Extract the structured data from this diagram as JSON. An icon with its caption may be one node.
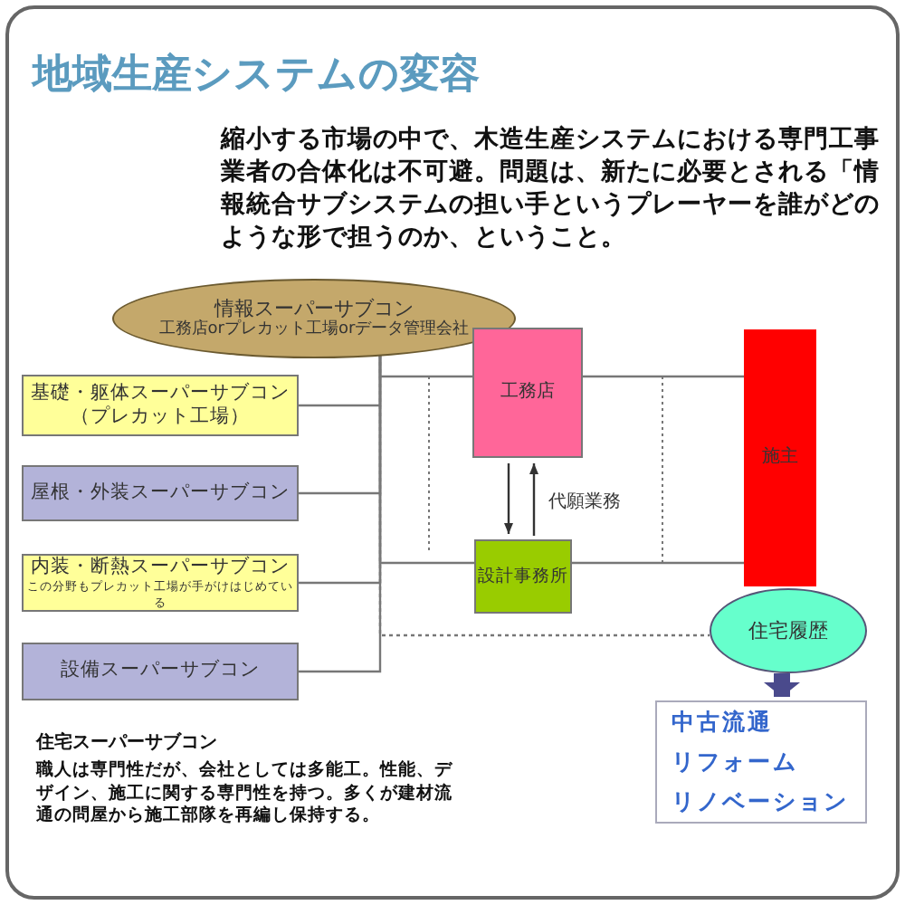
{
  "diagram": {
    "title": "地域生産システムの変容",
    "nodes": [
      {
        "text": [
          "情報スーパーサブコン",
          "工務店orプレカット工場orデータ管理会社"
        ]
      },
      {
        "text": [
          "基礎・躯体スーパーサブコン（プレカット工場）"
        ]
      },
      {
        "text": [
          "屋根・外装スーパーサブコン"
        ]
      },
      {
        "text": [
          "内装・断熱スーパーサブコン",
          "この分野もプレカット工場が手がけはじめている"
        ]
      },
      {
        "text": [
          "設備スーパーサブコン"
        ]
      },
      {
        "text": [
          "工務店"
        ]
      },
      {
        "text": [
          "設計事務所"
        ]
      },
      {
        "text": [
          "施主"
        ]
      },
      {
        "text": [
          "住宅履歴"
        ]
      },
      {
        "text": [
          "中古流通",
          "リフォーム",
          "リノベーション"
        ]
      }
    ],
    "edges": [
      {
        "from": 0,
        "to": 1,
        "arrow": "none"
      },
      {
        "from": 0,
        "to": 2,
        "arrow": "none"
      },
      {
        "from": 0,
        "to": 3,
        "arrow": "none"
      },
      {
        "from": 0,
        "to": 4,
        "arrow": "none"
      },
      {
        "from": 0,
        "to": 5,
        "arrow": "none"
      },
      {
        "from": 0,
        "to": 6,
        "arrow": "none"
      },
      {
        "from": 0,
        "to": 8,
        "arrow": "none",
        "style": "dashed"
      },
      {
        "from": 5,
        "to": 7,
        "arrow": "none"
      },
      {
        "from": 6,
        "to": 7,
        "arrow": "none"
      },
      {
        "from": 5,
        "to": 6,
        "arrow": "to"
      },
      {
        "from": 6,
        "to": 5,
        "arrow": "to",
        "label": "代願業務"
      },
      {
        "from": 8,
        "to": 9,
        "arrow": "to",
        "style": "thick",
        "color": "#4a4a8c"
      }
    ],
    "labels": [
      "縮小する市場の中で、木造生産システムにおける専門工事業者の合体化は不可避。問題は、新たに必要とされる「情報統合サブシステムの担い手というプレーヤーを誰がどのような形で担うのか、ということ。",
      "住宅スーパーサブコン",
      "職人は専門性だが、会社としては多能工。性能、デザイン、施工に関する専門性を持つ。多くが建材流通の問屋から施工部隊を再編し保持する。"
    ]
  }
}
